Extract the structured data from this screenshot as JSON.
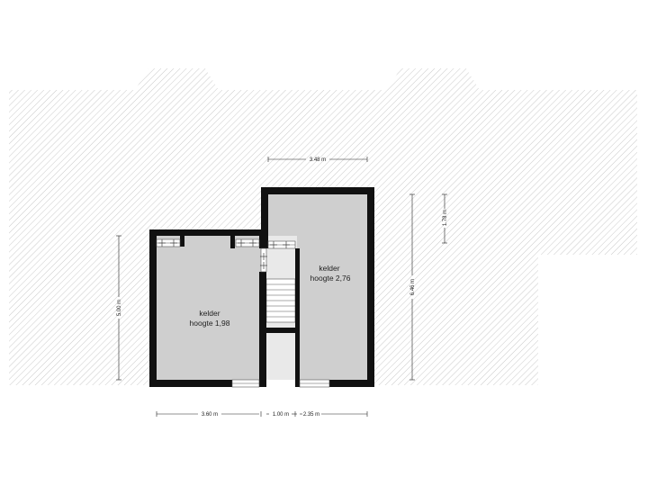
{
  "rooms": [
    {
      "name": "kelder",
      "height": "hoogte 1,98"
    },
    {
      "name": "kelder",
      "height": "hoogte 2,76"
    }
  ],
  "dimensions": {
    "top_width": "3.48 m",
    "right_small": "1.78 m",
    "right_full": "6.46 m",
    "left_full": "5.00 m",
    "bottom_left": "3.60 m",
    "bottom_middle": "1.00 m",
    "bottom_right": "2.35 m"
  },
  "colors": {
    "wall": "#111111",
    "floor": "#cfcfcf",
    "hatch": "#c2c2c2",
    "dimension": "#222222"
  }
}
